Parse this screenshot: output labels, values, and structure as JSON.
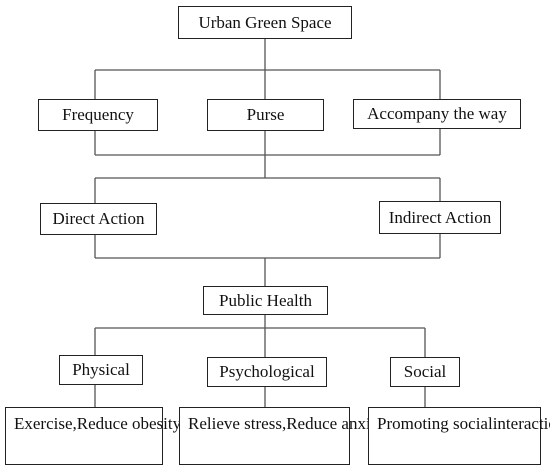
{
  "root": {
    "label": "Urban Green Space"
  },
  "level1": [
    {
      "id": "frequency",
      "label": "Frequency"
    },
    {
      "id": "purse",
      "label": "Purse"
    },
    {
      "id": "accompany",
      "label": "Accompany the way"
    }
  ],
  "level2": [
    {
      "id": "direct",
      "label": "Direct Action"
    },
    {
      "id": "indirect",
      "label": "Indirect Action"
    }
  ],
  "hub": {
    "label": "Public Health"
  },
  "categories": [
    {
      "id": "physical",
      "label": "Physical",
      "details": [
        "Exercise,",
        "Reduce obesity, ..."
      ]
    },
    {
      "id": "psychological",
      "label": "Psychological",
      "details": [
        "Relieve stress,",
        "Reduce anxiety"
      ]
    },
    {
      "id": "social",
      "label": "Social",
      "details": [
        "Promoting social",
        "interaction"
      ]
    }
  ]
}
